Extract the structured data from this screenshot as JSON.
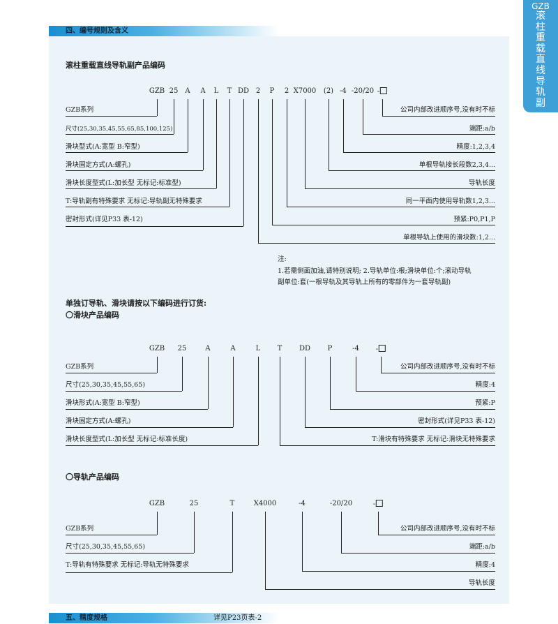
{
  "side_tab": {
    "brand": "GZB",
    "title": "滚柱重载直线导轨副"
  },
  "section4": {
    "title": "四、编号规则及含义"
  },
  "section5": {
    "title": "五、精度规格",
    "ref": "详见P23页表-2"
  },
  "full": {
    "heading": "滚柱重载直线导轨副产品编码",
    "codes": [
      "GZB",
      "25",
      "A",
      "A",
      "L",
      "T",
      "DD",
      "2",
      "P",
      "2",
      "X7000",
      "(2)",
      "-4",
      "-20/20",
      "-"
    ],
    "left_labels": [
      "GZB系列",
      "尺寸(25,30,35,45,55,65,85,100,125)",
      "滑块型式(A:宽型  B:窄型)",
      "滑块固定方式(A:螺孔)",
      "滑块长度型式(L:加长型  无标记:标准型)",
      "T:导轨副有特殊要求  无标记:导轨副无特殊要求",
      "密封形式(详见P33 表-12)"
    ],
    "right_labels": [
      "公司内部改进顺序号,没有时不标",
      "端距:a/b",
      "精度:1,2,3,4",
      "单根导轨接长段数2,3,4...",
      "导轨长度",
      "同一平面内使用导轨数1,2,3...",
      "预紧:P0,P1,P",
      "单根导轨上使用的滑块数:1,2..."
    ],
    "notes_title": "注:",
    "notes_line1": "1.若需侧面加油,请特别说明; 2.导轨单位:根;滑块单位:个;滚动导轨",
    "notes_line2": "副单位:套(一根导轨及其导轨上所有的零部件为一套导轨副)"
  },
  "order_intro": "单独订导轨、滑块请按以下编码进行订货:",
  "block": {
    "heading": "〇滑块产品编码",
    "codes": [
      "GZB",
      "25",
      "A",
      "A",
      "L",
      "T",
      "DD",
      "P",
      "-4",
      "-"
    ],
    "left_labels": [
      "GZB系列",
      "尺寸(25,30,35,45,55,65)",
      "滑块形式(A:宽型  B:窄型)",
      "滑块固定方式(A:螺孔)",
      "滑块长度型式(L:加长型  无标记:标准长度)"
    ],
    "right_labels": [
      "公司内部改进顺序号,没有时不标",
      "精度:4",
      "预紧:P",
      "密封形式(详见P33 表-12)",
      "T:滑块有特殊要求  无标记:滑块无特殊要求"
    ]
  },
  "rail": {
    "heading": "〇导轨产品编码",
    "codes": [
      "GZB",
      "25",
      "T",
      "X4000",
      "-4",
      "-20/20",
      "-"
    ],
    "left_labels": [
      "GZB系列",
      "尺寸(25,30,35,45,55,65)",
      "T:导轨有特殊要求  无标记:导轨无特殊要求"
    ],
    "right_labels": [
      "公司内部改进顺序号,没有时不标",
      "端距:a/b",
      "精度:4",
      "导轨长度"
    ]
  }
}
